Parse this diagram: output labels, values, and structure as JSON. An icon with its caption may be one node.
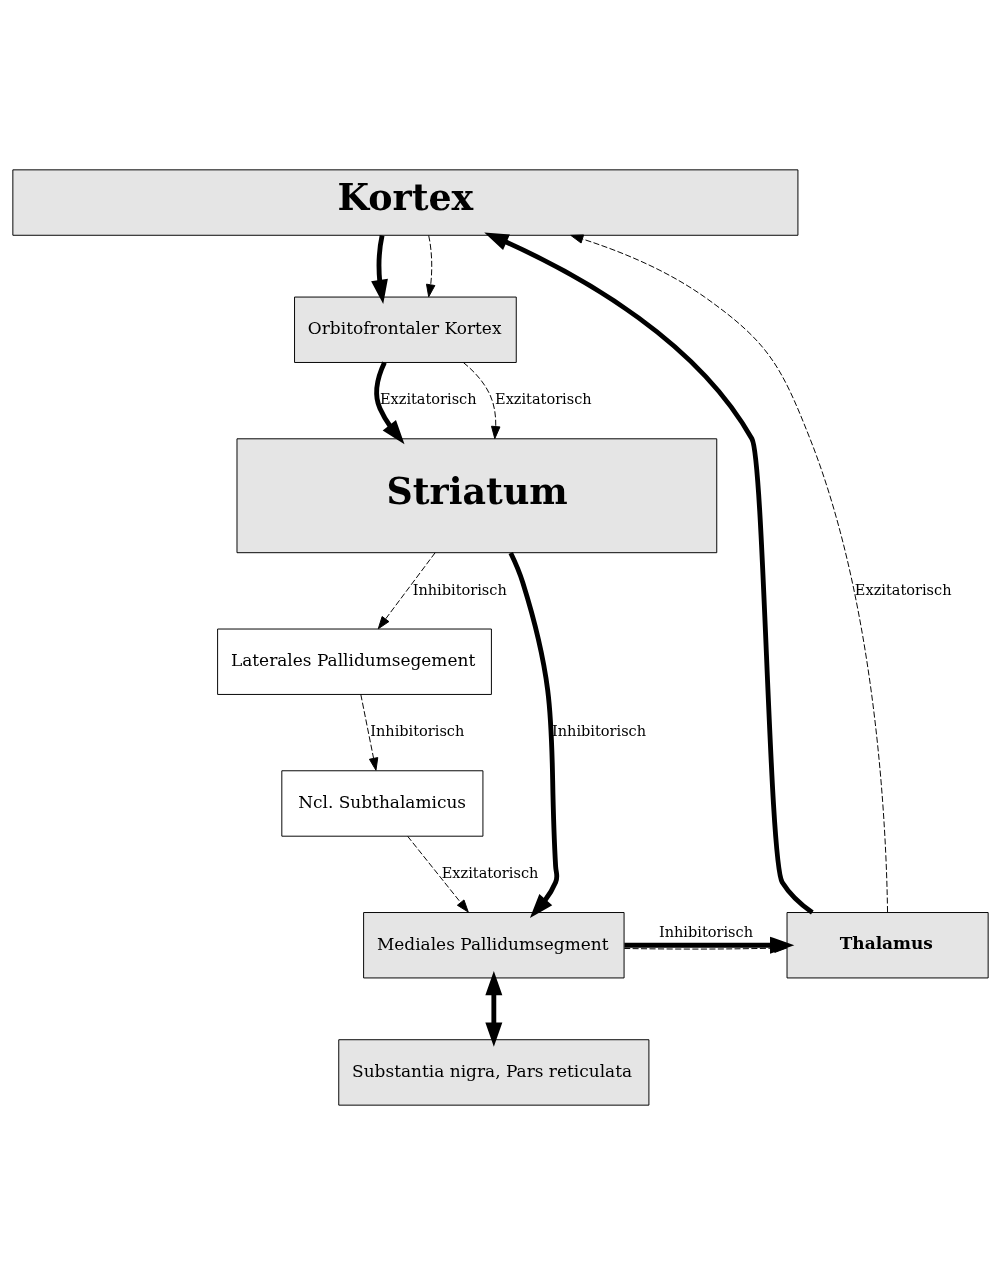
{
  "diagram": {
    "nodes": [
      {
        "text": [
          "Kortex"
        ]
      },
      {
        "text": [
          "Orbitofrontaler Kortex"
        ]
      },
      {
        "text": [
          "Striatum"
        ]
      },
      {
        "text": [
          "Laterales Pallidumsegement"
        ]
      },
      {
        "text": [
          "Ncl. Subthalamicus"
        ]
      },
      {
        "text": [
          "Mediales Pallidumsegment"
        ]
      },
      {
        "text": [
          "Thalamus"
        ]
      },
      {
        "text": [
          "Substantia nigra, Pars reticulata"
        ]
      }
    ],
    "edges": [
      {
        "from": 0,
        "to": 1,
        "arrow": "to",
        "style": "thick"
      },
      {
        "from": 0,
        "to": 1,
        "arrow": "to",
        "style": "dashed"
      },
      {
        "from": 1,
        "to": 2,
        "arrow": "to",
        "style": "thick",
        "label": "Exzitatorisch"
      },
      {
        "from": 1,
        "to": 2,
        "arrow": "to",
        "style": "dashed",
        "label": "Exzitatorisch"
      },
      {
        "from": 2,
        "to": 5,
        "arrow": "to",
        "style": "thick",
        "label": "Inhibitorisch"
      },
      {
        "from": 2,
        "to": 3,
        "arrow": "to",
        "style": "dashed",
        "label": "Inhibitorisch"
      },
      {
        "from": 3,
        "to": 4,
        "arrow": "to",
        "style": "dashed",
        "label": "Inhibitorisch"
      },
      {
        "from": 4,
        "to": 5,
        "arrow": "to",
        "style": "dashed",
        "label": "Exzitatorisch"
      },
      {
        "from": 5,
        "to": 6,
        "arrow": "to",
        "style": "dashed"
      },
      {
        "from": 5,
        "to": 6,
        "arrow": "to",
        "style": "thick",
        "label": "Inhibitorisch"
      },
      {
        "from": 6,
        "to": 0,
        "arrow": "to",
        "style": "thick"
      },
      {
        "from": 6,
        "to": 0,
        "arrow": "to",
        "style": "dashed",
        "label": "Exzitatorisch"
      },
      {
        "from": 5,
        "to": 7,
        "arrow": "both",
        "style": "thick"
      }
    ]
  }
}
